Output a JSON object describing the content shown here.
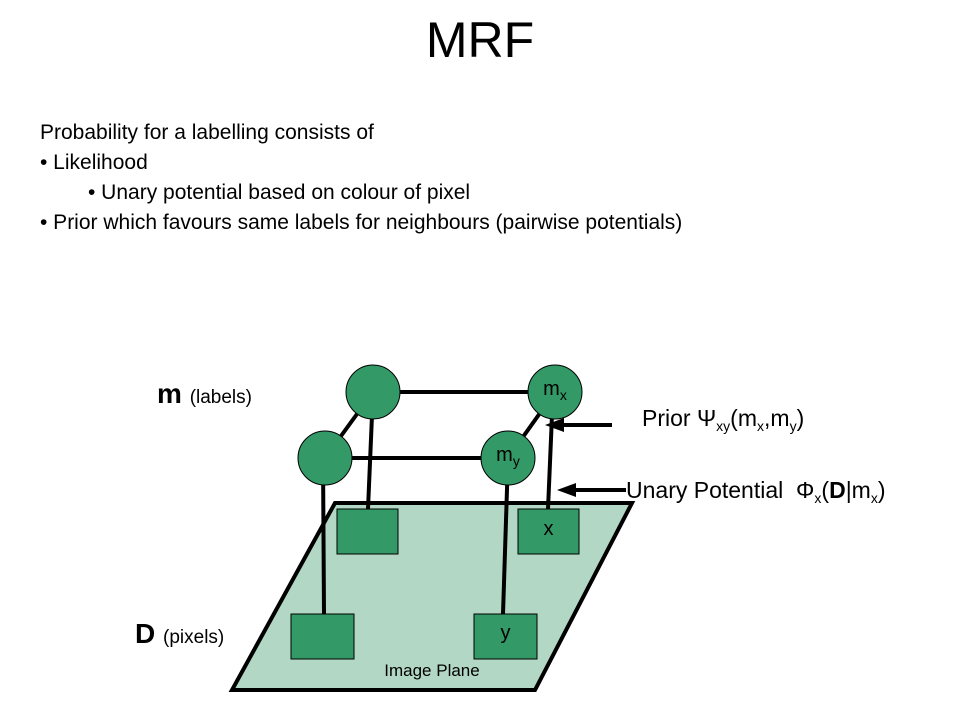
{
  "title": "MRF",
  "bullets": [
    "Probability for a labelling consists of",
    "• Likelihood",
    "• Unary potential based on colour of pixel",
    "• Prior which favours same labels for neighbours (pairwise potentials)"
  ],
  "diagram": {
    "labels_title": "m",
    "labels_sub": "(labels)",
    "pixels_title": "D",
    "pixels_sub": "(pixels)",
    "plane_label": "Image Plane",
    "node_mx": {
      "base": "m",
      "sub": "x"
    },
    "node_my": {
      "base": "m",
      "sub": "y"
    },
    "pixel_x": "x",
    "pixel_y": "y",
    "prior": {
      "word": "Prior",
      "symbol": "Ψ",
      "sub": "xy",
      "args_open": "(m",
      "arg1_sub": "x",
      "comma": ",m",
      "arg2_sub": "y",
      "close": ")"
    },
    "unary": {
      "word": "Unary Potential",
      "symbol": "Φ",
      "sub": "x",
      "open": "(",
      "bold": "D",
      "bar": "|m",
      "arg_sub": "x",
      "close": ")"
    },
    "colors": {
      "node_fill": "#339966",
      "plane_fill": "#b2d8c5",
      "outline": "#000000"
    }
  }
}
